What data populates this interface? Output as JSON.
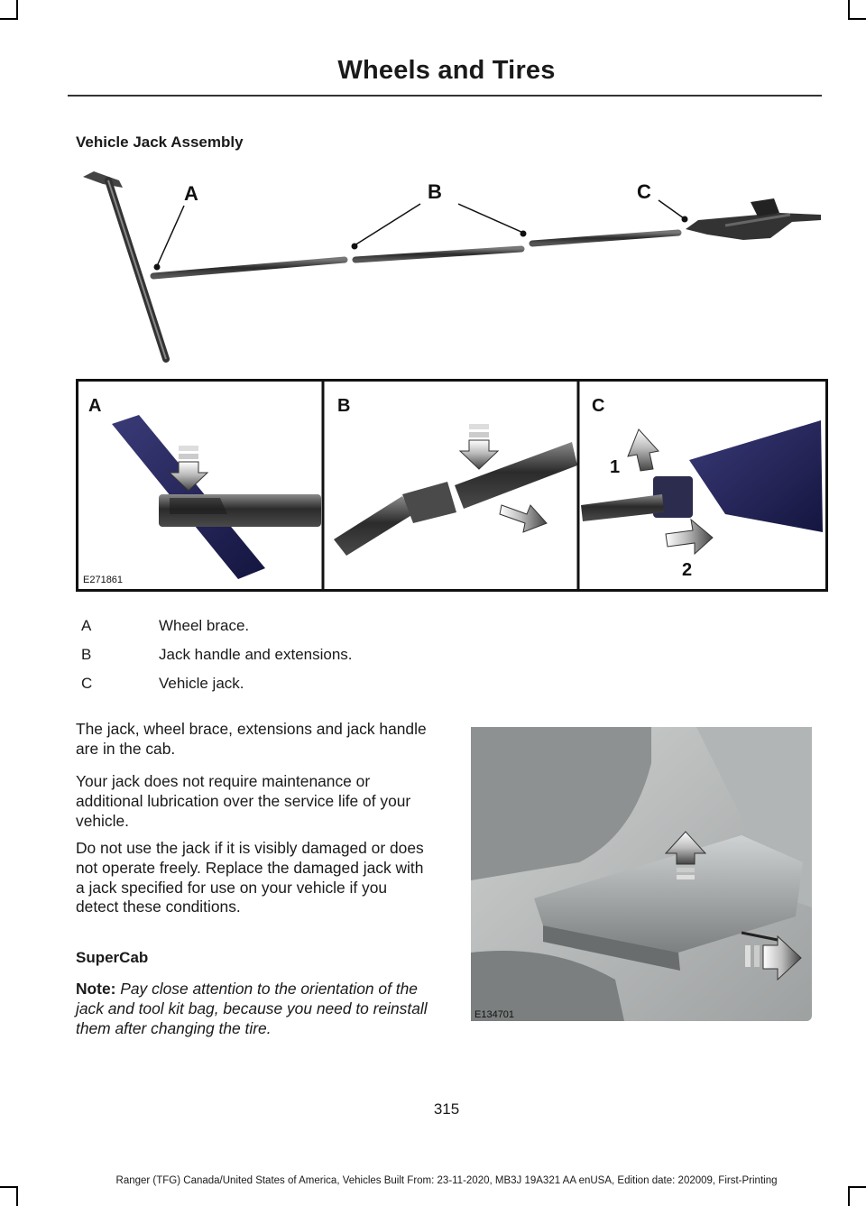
{
  "header": {
    "title": "Wheels and Tires"
  },
  "section_title": "Vehicle Jack Assembly",
  "figure_top": {
    "labels": [
      "A",
      "B",
      "C"
    ]
  },
  "figure_detail": {
    "panels": [
      {
        "label": "A"
      },
      {
        "label": "B"
      },
      {
        "label": "C",
        "step_1": "1",
        "step_2": "2"
      }
    ],
    "code": "E271861"
  },
  "legend": [
    {
      "key": "A",
      "text": "Wheel brace."
    },
    {
      "key": "B",
      "text": "Jack handle and extensions."
    },
    {
      "key": "C",
      "text": "Vehicle jack."
    }
  ],
  "paragraphs": [
    "The jack, wheel brace, extensions and jack handle are in the cab.",
    "Your jack does not require maintenance or additional lubrication over the service life of your vehicle.",
    "Do not use the jack if it is visibly damaged or does not operate freely. Replace the damaged jack with a jack specified for use on your vehicle if you detect these conditions."
  ],
  "subheading": "SuperCab",
  "note": {
    "label": "Note:",
    "text": " Pay close attention to the orientation of the jack and tool kit bag, because you need to reinstall them after changing the tire."
  },
  "figure_cab": {
    "code": "E134701"
  },
  "page_number": "315",
  "footer": "Ranger (TFG) Canada/United States of America, Vehicles Built From: 23-11-2020, MB3J 19A321 AA enUSA, Edition date: 202009, First-Printing"
}
